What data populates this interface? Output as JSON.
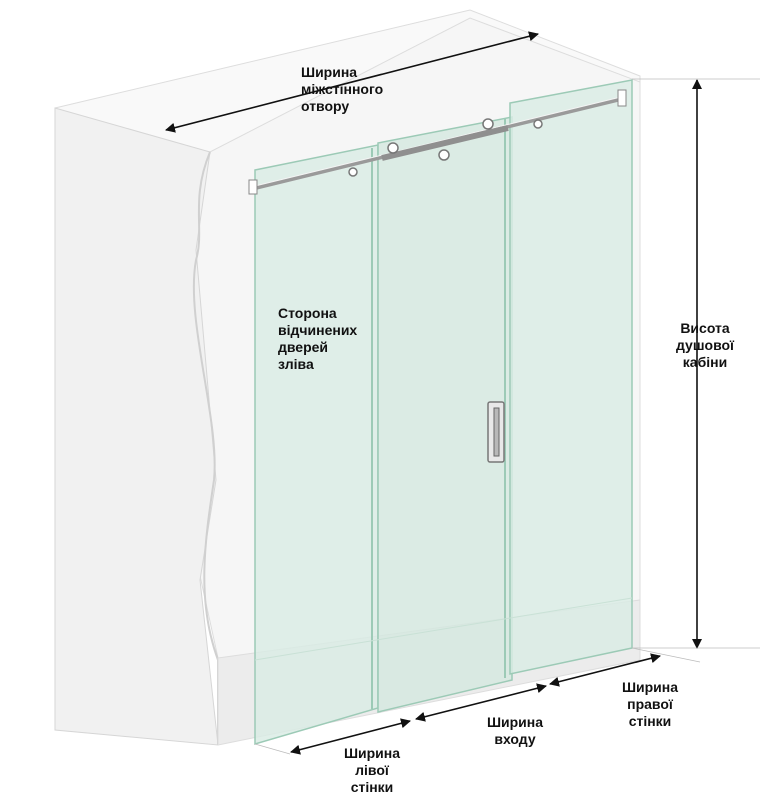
{
  "labels": {
    "opening_width": [
      "Ширина",
      "міжстінного",
      "отвору"
    ],
    "door_side": [
      "Сторона",
      "відчинених",
      "дверей",
      "зліва"
    ],
    "cabin_height": [
      "Висота",
      "душової",
      "кабіни"
    ],
    "right_wall_width": [
      "Ширина",
      "правої",
      "стінки"
    ],
    "entrance_width": [
      "Ширина",
      "входу"
    ],
    "left_wall_width": [
      "Ширина",
      "лівої",
      "стінки"
    ]
  },
  "colors": {
    "wall": "#f1f1f1",
    "wall_shade": "#e3e3e3",
    "glass": "#d9ece4",
    "glass_edge": "#9ccab6",
    "metal": "#9a9a9a",
    "arrow": "#111111"
  }
}
